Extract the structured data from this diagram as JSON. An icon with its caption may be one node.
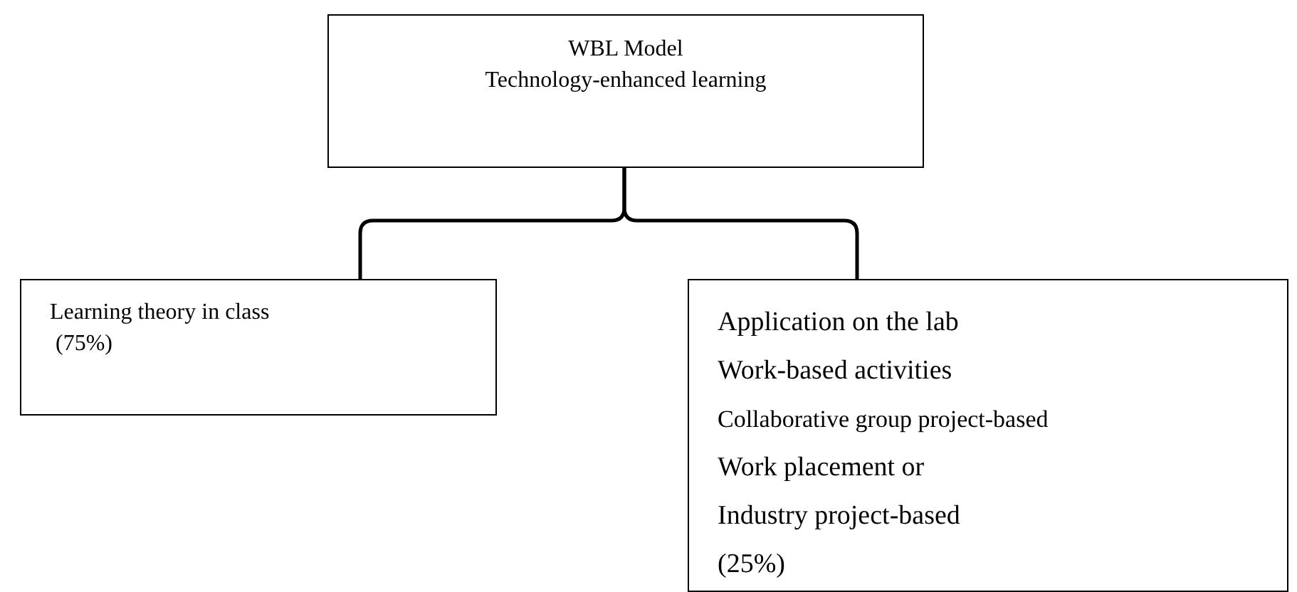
{
  "diagram": {
    "nodes": [
      {
        "text": [
          "WBL Model",
          "Technology-enhanced learning"
        ]
      },
      {
        "text": [
          "Learning theory in class",
          "(75%)"
        ]
      },
      {
        "text": [
          "Application on the lab",
          "Work-based activities",
          "Collaborative group project-based",
          "Work placement or",
          "Industry project-based",
          "(25%)"
        ]
      }
    ],
    "edges": [
      {
        "from": 0,
        "to": 1,
        "arrow": "none"
      },
      {
        "from": 0,
        "to": 2,
        "arrow": "none"
      }
    ]
  }
}
